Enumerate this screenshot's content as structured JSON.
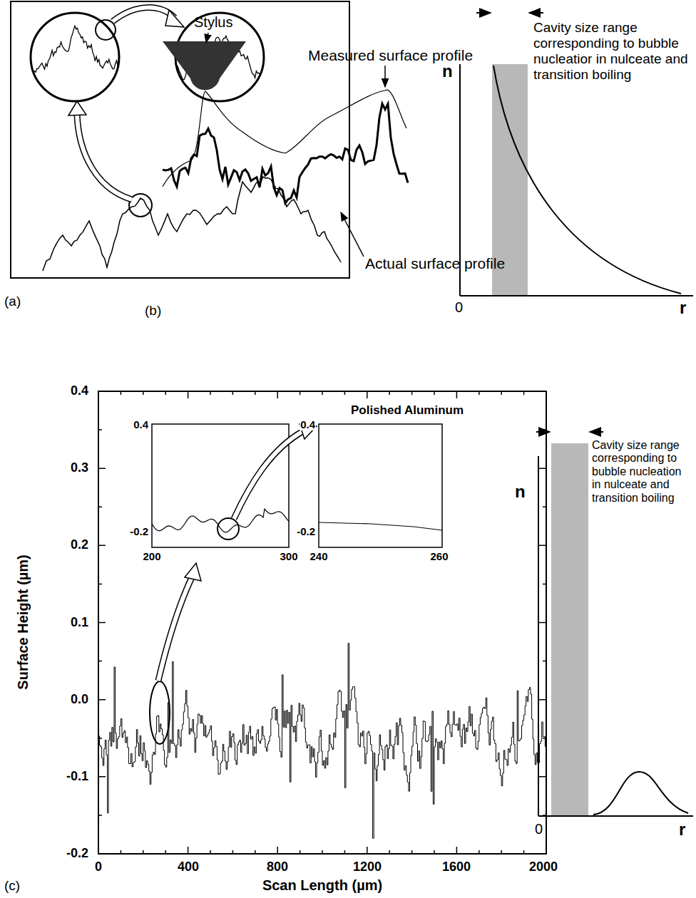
{
  "diagram": {
    "labels": [
      "n",
      "Cavity size range corresponding to bubble nucleatior in nulceate and transition boiling",
      "0",
      "r",
      "(a)",
      "Stylus",
      "Measured surface profile",
      "Actual surface profile",
      "(b)",
      "0.4",
      "0.3",
      "0.2",
      "0.1",
      "0.0",
      "-0.1",
      "-0.2",
      "0",
      "400",
      "800",
      "1200",
      "1600",
      "2000",
      "Surface Height (µm)",
      "Scan Length (µm)",
      "Polished Aluminum",
      "0.4",
      "-0.2",
      "200",
      "300",
      "0.4",
      "-0.2",
      "240",
      "260",
      "n",
      "Cavity size range corresponding to bubble nucleation in nulceate and transition boiling",
      "0",
      "r",
      "(c)"
    ]
  }
}
